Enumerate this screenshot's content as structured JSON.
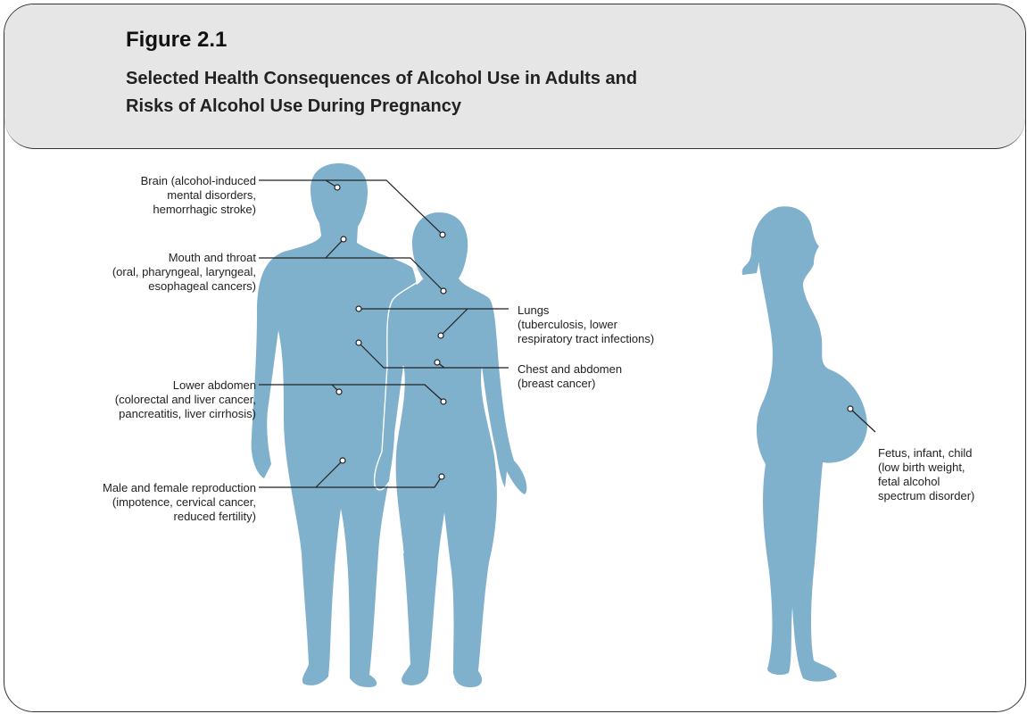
{
  "figure": {
    "label": "Figure 2.1",
    "title_line1": "Selected Health Consequences of Alcohol Use in Adults and",
    "title_line2": "Risks of Alcohol Use During Pregnancy"
  },
  "colors": {
    "figure_fill": "#7fb0cc",
    "header_background": "#e6e6e6",
    "frame_border": "#333333",
    "leader_line": "#222222"
  },
  "callouts": {
    "brain": {
      "line1": "Brain (alcohol-induced",
      "line2": "mental disorders,",
      "line3": "hemorrhagic stroke)"
    },
    "mouth_throat": {
      "line1": "Mouth and throat",
      "line2": "(oral, pharyngeal, laryngeal,",
      "line3": "esophageal cancers)"
    },
    "lungs": {
      "line1": "Lungs",
      "line2": "(tuberculosis, lower",
      "line3": "respiratory tract infections)"
    },
    "chest_abdomen": {
      "line1": "Chest and abdomen",
      "line2": "(breast cancer)"
    },
    "lower_abdomen": {
      "line1": "Lower abdomen",
      "line2": "(colorectal and liver cancer,",
      "line3": "pancreatitis, liver cirrhosis)"
    },
    "reproduction": {
      "line1": "Male and female reproduction",
      "line2": "(impotence, cervical cancer,",
      "line3": "reduced fertility)"
    },
    "fetus": {
      "line1": "Fetus, infant, child",
      "line2": "(low birth weight,",
      "line3": "fetal alcohol",
      "line4": "spectrum disorder)"
    }
  }
}
